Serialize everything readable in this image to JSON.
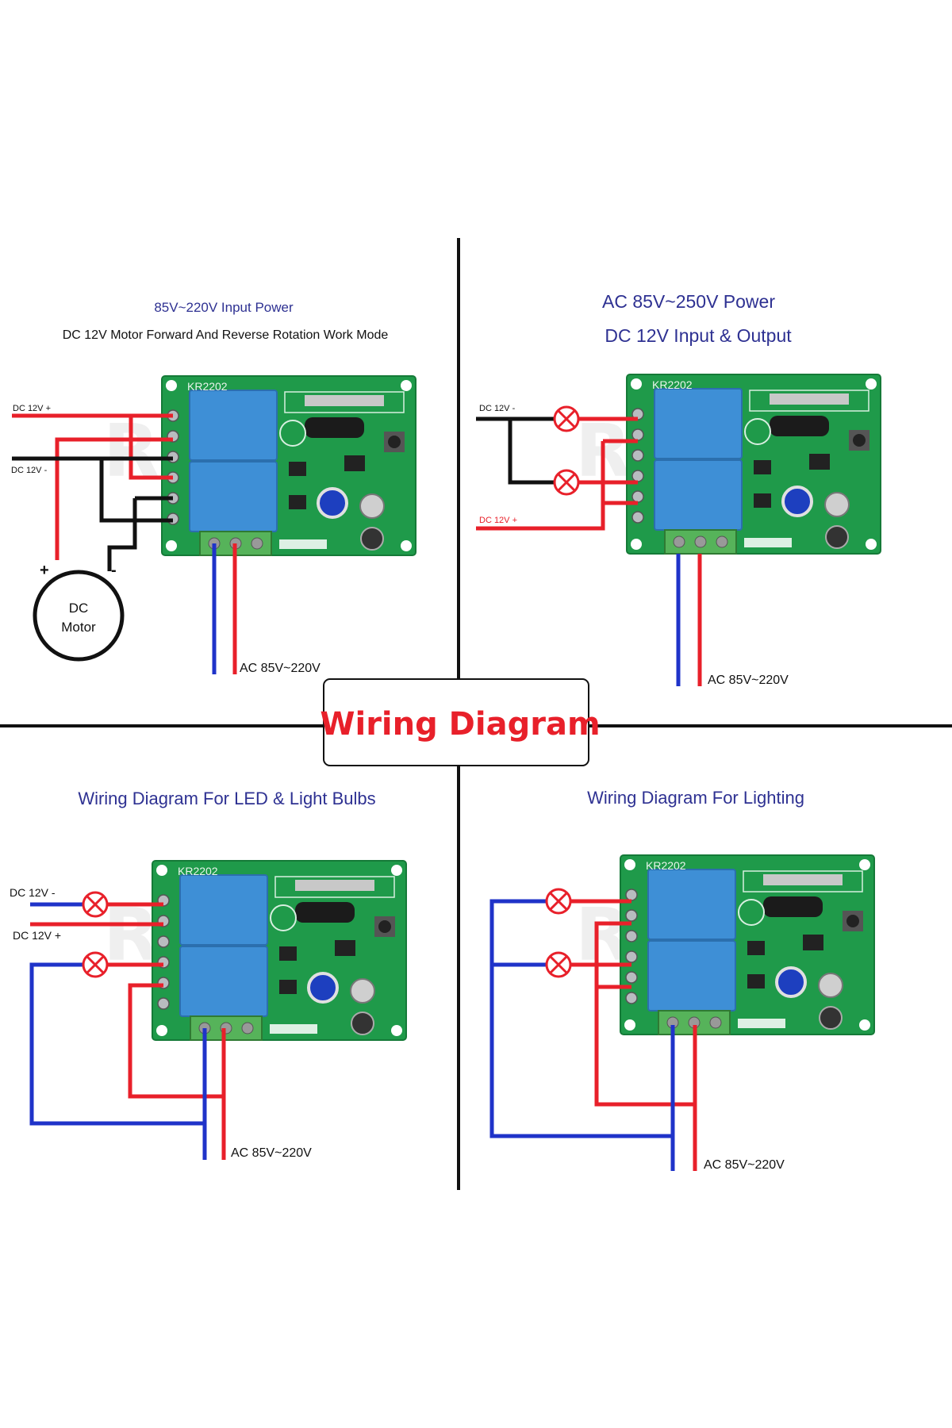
{
  "center_title": "Wiring Diagram",
  "board_model": "KR2202",
  "colors": {
    "red_wire": "#e8202a",
    "blue_wire": "#1f33c9",
    "black_wire": "#111111",
    "board_green": "#1f9a4a",
    "relay_blue": "#3e8fd6",
    "title_blue": "#2e3192"
  },
  "panels": {
    "top_left": {
      "subtitle": "85V~220V Input Power",
      "title": "DC 12V Motor Forward And Reverse Rotation Work Mode",
      "dc_plus": "DC 12V +",
      "dc_minus": "DC 12V -",
      "motor_line1": "DC",
      "motor_line2": "Motor",
      "motor_plus": "+",
      "motor_minus": "-",
      "ac_label": "AC 85V~220V"
    },
    "top_right": {
      "title_line1": "AC 85V~250V Power",
      "title_line2": "DC 12V Input & Output",
      "dc_minus": "DC 12V -",
      "dc_plus": "DC 12V +",
      "ac_label": "AC 85V~220V"
    },
    "bottom_left": {
      "title": "Wiring Diagram For LED & Light Bulbs",
      "dc_minus": "DC 12V -",
      "dc_plus": "DC 12V +",
      "ac_label": "AC 85V~220V"
    },
    "bottom_right": {
      "title": "Wiring Diagram For Lighting",
      "ac_label": "AC 85V~220V"
    }
  }
}
